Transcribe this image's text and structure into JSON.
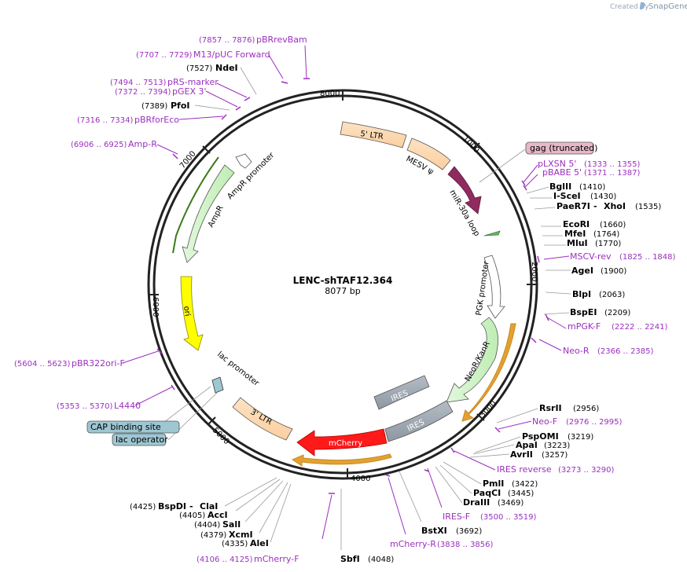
{
  "credit": {
    "prefix": "Created by",
    "brand": "SnapGene"
  },
  "plasmid": {
    "name": "LENC-shTAF12.364",
    "size": "8077 bp"
  },
  "ticks": [
    "1000",
    "2000",
    "3000",
    "4000",
    "5000",
    "6000",
    "7000",
    "8000"
  ],
  "features": {
    "ltr5": "5' LTR",
    "mesv": "MESV ψ",
    "mir30a": "miR-30a loop",
    "pgk": "PGK promoter",
    "neokanr": "NeoR/KanR",
    "ires1": "IRES",
    "ires2": "IRES",
    "mcherry": "mCherry",
    "ltr3": "3' LTR",
    "lac": "lac promoter",
    "ori": "ori",
    "ampr": "AmpR",
    "amprp": "AmpR promoter"
  },
  "boxed": {
    "gag": "gag (truncated)",
    "cap": "CAP binding site",
    "lacop": "lac operator"
  },
  "sites": {
    "pbrrevbam": {
      "pos": "(7857 .. 7876)",
      "name": "pBRrevBam"
    },
    "m13": {
      "pos": "(7707 .. 7729)",
      "name": "M13/pUC Forward"
    },
    "ndei": {
      "pos": "(7527)",
      "name": "NdeI"
    },
    "prs": {
      "pos": "(7494 .. 7513)",
      "name": "pRS-marker"
    },
    "pgex": {
      "pos": "(7372 .. 7394)",
      "name": "pGEX 3'"
    },
    "pfoi": {
      "pos": "(7389)",
      "name": "PfoI"
    },
    "pbrforeco": {
      "pos": "(7316 .. 7334)",
      "name": "pBRforEco"
    },
    "ampr": {
      "pos": "(6906 .. 6925)",
      "name": "Amp-R"
    },
    "pbr322": {
      "pos": "(5604 .. 5623)",
      "name": "pBR322ori-F"
    },
    "l4440": {
      "pos": "(5353 .. 5370)",
      "name": "L4440"
    },
    "plxsn": {
      "name": "pLXSN 5'",
      "pos": "(1333 .. 1355)"
    },
    "pbabe": {
      "name": "pBABE 5'",
      "pos": "(1371 .. 1387)"
    },
    "bglii": {
      "name": "BglII",
      "pos": "(1410)"
    },
    "isce": {
      "name": "I-SceI",
      "pos": "(1430)"
    },
    "paer7i": {
      "name": "PaeR7I",
      "dash": " - ",
      "name2": "XhoI",
      "pos": "(1535)"
    },
    "ecori": {
      "name": "EcoRI",
      "pos": "(1660)"
    },
    "mfei": {
      "name": "MfeI",
      "pos": "(1764)"
    },
    "mlui": {
      "name": "MluI",
      "pos": "(1770)"
    },
    "mscv": {
      "name": "MSCV-rev",
      "pos": "(1825 .. 1848)"
    },
    "agei": {
      "name": "AgeI",
      "pos": "(1900)"
    },
    "blpi": {
      "name": "BlpI",
      "pos": "(2063)"
    },
    "bspei": {
      "name": "BspEI",
      "pos": "(2209)"
    },
    "mpgk": {
      "name": "mPGK-F",
      "pos": "(2222 .. 2241)"
    },
    "neor": {
      "name": "Neo-R",
      "pos": "(2366 .. 2385)"
    },
    "rsrii": {
      "name": "RsrII",
      "pos": "(2956)"
    },
    "neof": {
      "name": "Neo-F",
      "pos": "(2976 .. 2995)"
    },
    "pspomi": {
      "name": "PspOMI",
      "pos": "(3219)"
    },
    "apai": {
      "name": "ApaI",
      "pos": "(3223)"
    },
    "avrii": {
      "name": "AvrII",
      "pos": "(3257)"
    },
    "iresrev": {
      "name": "IRES reverse",
      "pos": "(3273 .. 3290)"
    },
    "pmli": {
      "name": "PmlI",
      "pos": "(3422)"
    },
    "paqci": {
      "name": "PaqCI",
      "pos": "(3445)"
    },
    "draiii": {
      "name": "DraIII",
      "pos": "(3469)"
    },
    "iresf": {
      "name": "IRES-F",
      "pos": "(3500 .. 3519)"
    },
    "bstxi": {
      "name": "BstXI",
      "pos": "(3692)"
    },
    "mcherryr": {
      "name": "mCherry-R",
      "pos": "(3838 .. 3856)"
    },
    "sbfi": {
      "name": "SbfI",
      "pos": "(4048)"
    },
    "mcherryf": {
      "pos": "(4106 .. 4125)",
      "name": "mCherry-F"
    },
    "alei": {
      "pos": "(4335)",
      "name": "AleI"
    },
    "xcmi": {
      "pos": "(4379)",
      "name": "XcmI"
    },
    "sali": {
      "pos": "(4404)",
      "name": "SalI"
    },
    "acci": {
      "pos": "(4405)",
      "name": "AccI"
    },
    "bspdi": {
      "pos": "(4425)",
      "name": "BspDI",
      "dash": " - ",
      "name2": "ClaI"
    }
  }
}
